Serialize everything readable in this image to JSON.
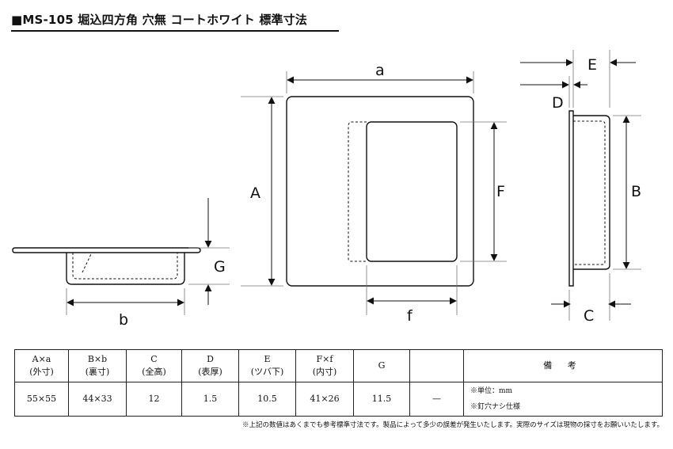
{
  "title": "■MS-105 堀込四方角 穴無 コートホワイト 標準寸法",
  "dimension_labels": {
    "a": "a",
    "A": "A",
    "F": "F",
    "f": "f",
    "b": "b",
    "G": "G",
    "E": "E",
    "D": "D",
    "B": "B",
    "C": "C"
  },
  "table": {
    "headers": [
      {
        "main": "A×a",
        "sub": "(外寸)"
      },
      {
        "main": "B×b",
        "sub": "(裏寸)"
      },
      {
        "main": "C",
        "sub": "(全高)"
      },
      {
        "main": "D",
        "sub": "(表厚)"
      },
      {
        "main": "E",
        "sub": "(ツバ下)"
      },
      {
        "main": "F×f",
        "sub": "(内寸)"
      },
      {
        "main": "G",
        "sub": ""
      },
      {
        "main": "",
        "sub": ""
      }
    ],
    "notes_header": "備 考",
    "values": [
      "55×55",
      "44×33",
      "12",
      "1.5",
      "10.5",
      "41×26",
      "11.5",
      "—"
    ],
    "notes": [
      "※単位：mm",
      "※釘穴ナシ仕様"
    ]
  },
  "footnote": "※上記の数値はあくまでも参考標準寸法です。製品によって多少の誤差が発生いたします。実際のサイズは現物の採寸をお願いいたします。"
}
